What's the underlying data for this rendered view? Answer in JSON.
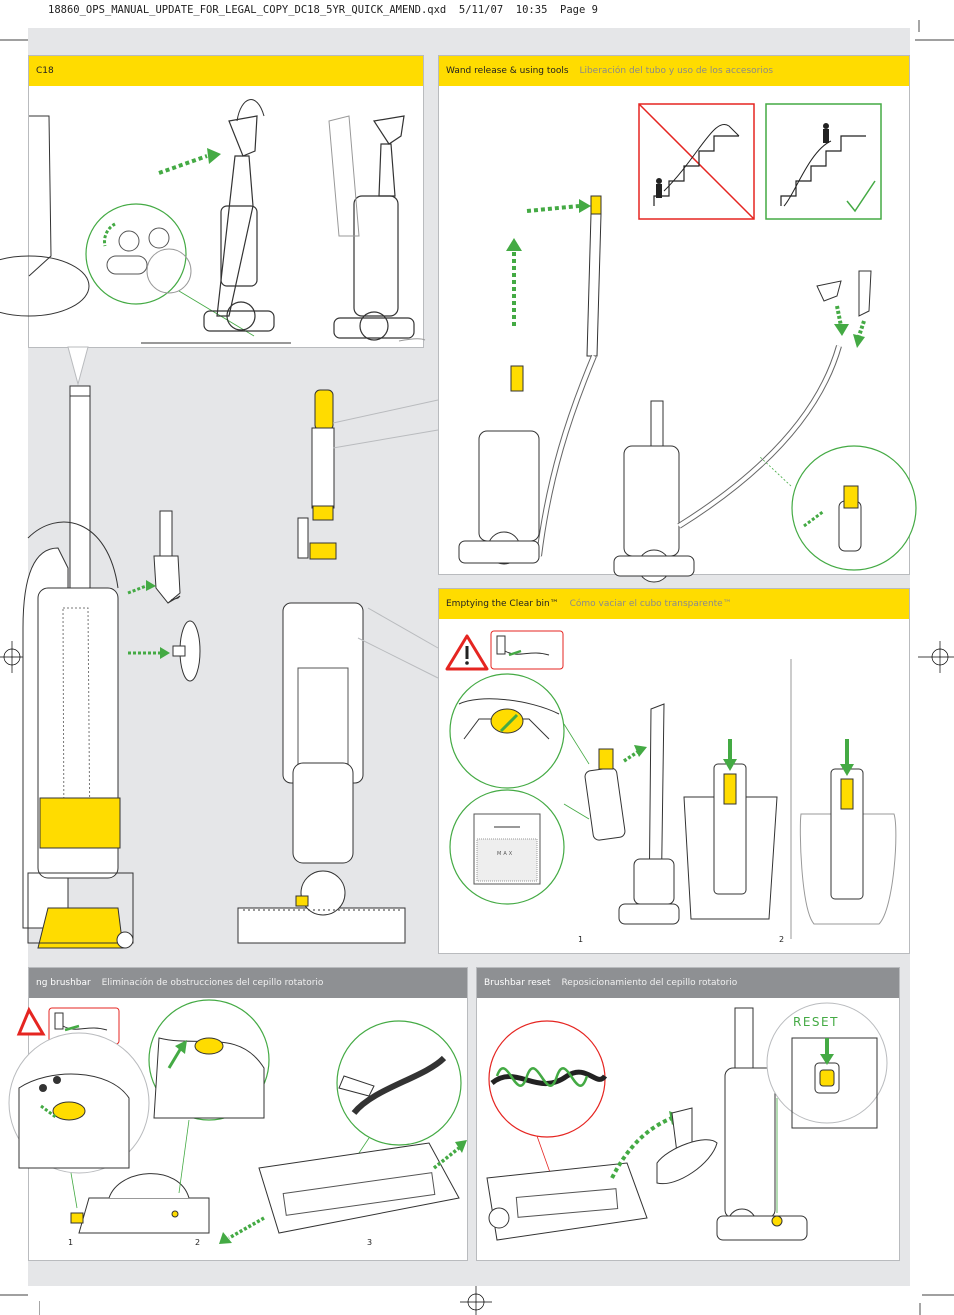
{
  "slug": "18860_OPS_MANUAL_UPDATE_FOR_LEGAL_COPY_DC18_5YR_QUICK_AMEND.qxd  5/11/07  10:35  Page 9",
  "colors": {
    "yellow": "#ffdc00",
    "green": "#44aa44",
    "red": "#e52521",
    "grey_bar": "#8e9093",
    "sheet": "#e5e6e8"
  },
  "panels": {
    "dc18": {
      "head_en": "C18"
    },
    "wand": {
      "head_en": "Wand release & using tools",
      "head_es": "Liberación del tubo y uso de los accesorios"
    },
    "bin": {
      "head_en": "Emptying the Clear bin™",
      "head_es": "Cómo vaciar el cubo transparente™",
      "max_label": "MAX",
      "steps": [
        "1",
        "2"
      ]
    },
    "brushbar": {
      "head_en": "ng brushbar",
      "head_es": "Eliminación de obstrucciones del cepillo rotatorio",
      "steps": [
        "1",
        "2",
        "3"
      ]
    },
    "reset": {
      "head_en": "Brushbar reset",
      "head_es": "Reposicionamiento del cepillo rotatorio",
      "reset_label": "RESET"
    }
  }
}
